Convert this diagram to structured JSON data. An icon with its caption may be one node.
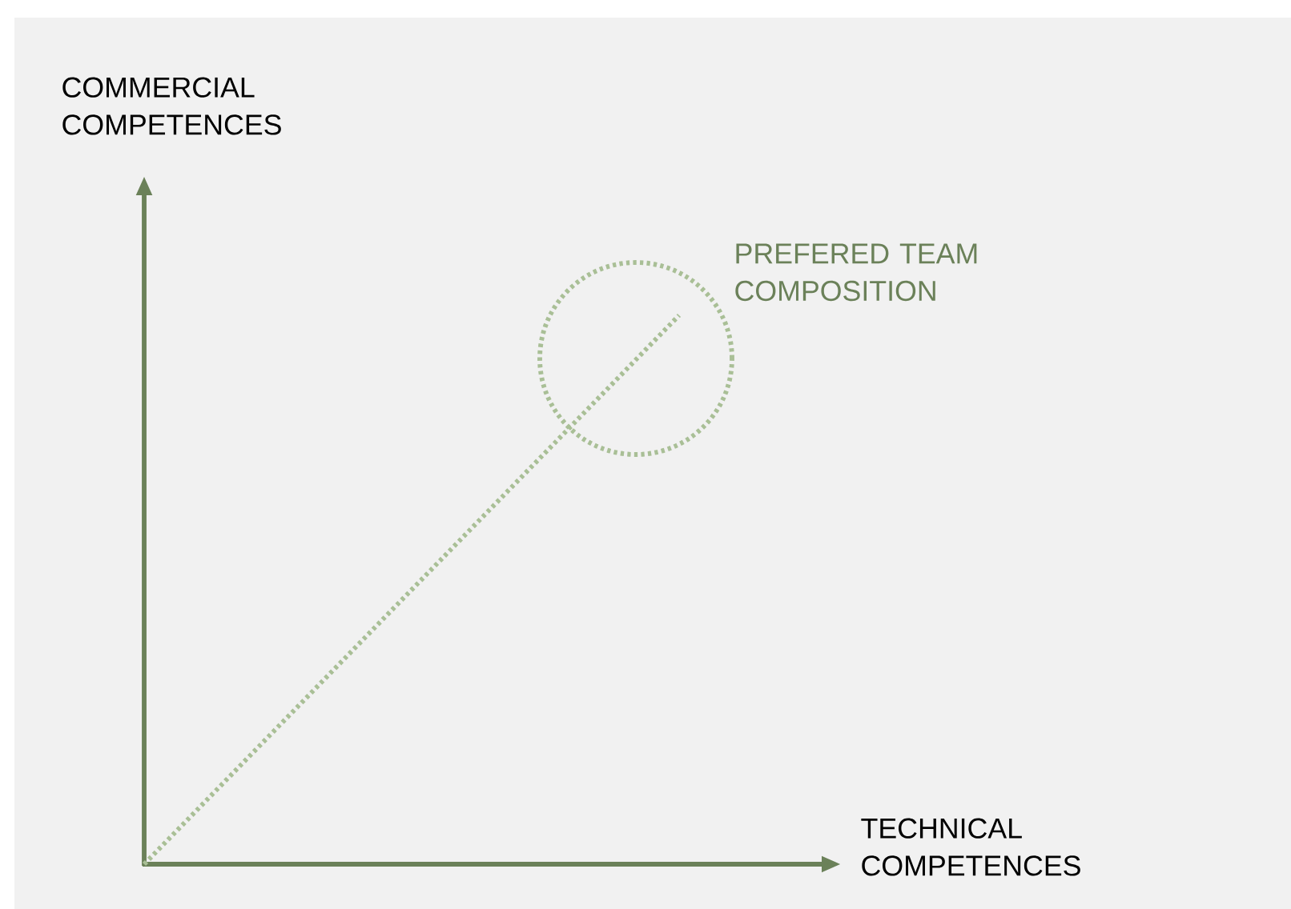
{
  "diagram": {
    "nodes": [
      {
        "text": [],
        "shape": "circle",
        "beside": [
          "PREFERED TEAM COMPOSITION"
        ]
      }
    ],
    "labels": [
      "COMMERCIAL COMPETENCES",
      "TECHNICAL COMPETENCES"
    ]
  }
}
